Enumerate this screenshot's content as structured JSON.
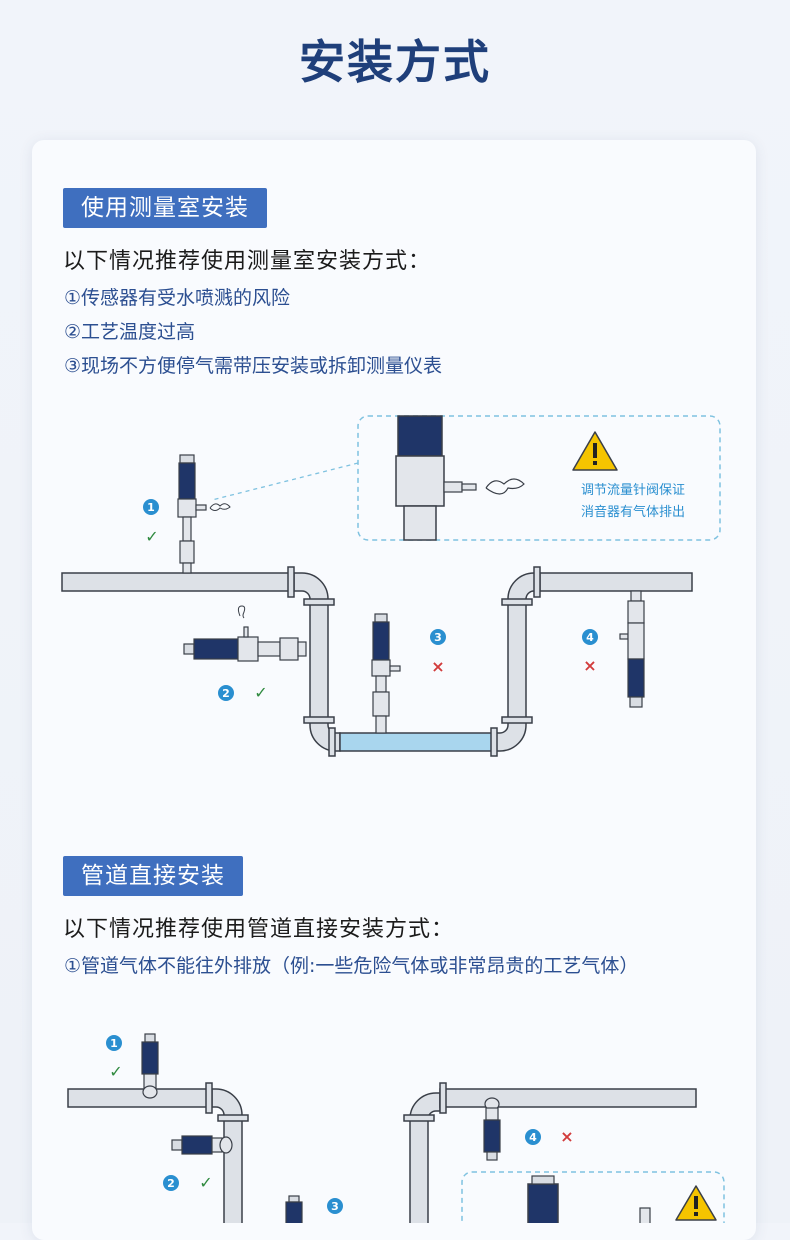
{
  "title": "安装方式",
  "section1": {
    "tag": "使用测量室安装",
    "heading": "以下情况推荐使用测量室安装方式：",
    "items": [
      "①传感器有受水喷溅的风险",
      "②工艺温度过高",
      "③现场不方便停气需带压安装或拆卸测量仪表"
    ],
    "callout": {
      "line1": "调节流量针阀保证",
      "line2": "消音器有气体排出"
    },
    "markers": [
      "1",
      "2",
      "3",
      "4"
    ],
    "marks": [
      "✓",
      "✓",
      "×",
      "×"
    ]
  },
  "section2": {
    "tag": "管道直接安装",
    "heading": "以下情况推荐使用管道直接安装方式：",
    "items": [
      "①管道气体不能往外排放（例:一些危险气体或非常昂贵的工艺气体）"
    ],
    "markers": [
      "1",
      "2",
      "3",
      "4"
    ],
    "marks": [
      "✓",
      "✓",
      "×"
    ]
  },
  "colors": {
    "title": "#1f3f7a",
    "tag_bg": "#3f6fbf",
    "item_text": "#2c4f91",
    "pipe_fill": "#dde1e7",
    "pipe_stroke": "#3a3f48",
    "water": "#a9d6ee",
    "marker": "#2a8fd0",
    "ok": "#2f8a3f",
    "bad": "#d23c3c",
    "warning": "#f5c400",
    "sensor": "#1f3568"
  }
}
